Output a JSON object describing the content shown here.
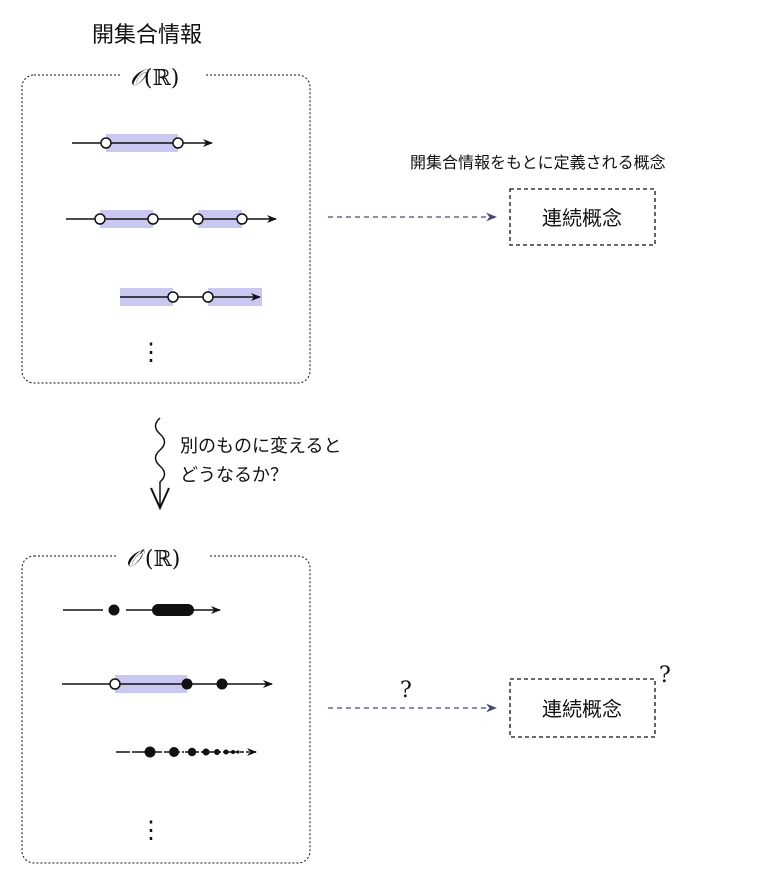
{
  "top": {
    "heading": "開集合情報",
    "label_symbol": "𝒪",
    "label_arg": "(ℝ)",
    "ellipsis": "⋮"
  },
  "middle": {
    "caption_line1": "別のものに変えると",
    "caption_line2": "どうなるか？"
  },
  "bottom": {
    "label_symbol": "𝒪′",
    "label_arg": "(ℝ)",
    "ellipsis": "⋮"
  },
  "right_top": {
    "caption": "開集合情報をもとに定義される概念",
    "box_label": "連続概念"
  },
  "right_bottom": {
    "arrow_question": "?",
    "box_label": "連続概念",
    "box_question": "?"
  },
  "colors": {
    "highlight": "#c8c8f0",
    "arrow": "#4a4a78",
    "ink": "#111111"
  }
}
